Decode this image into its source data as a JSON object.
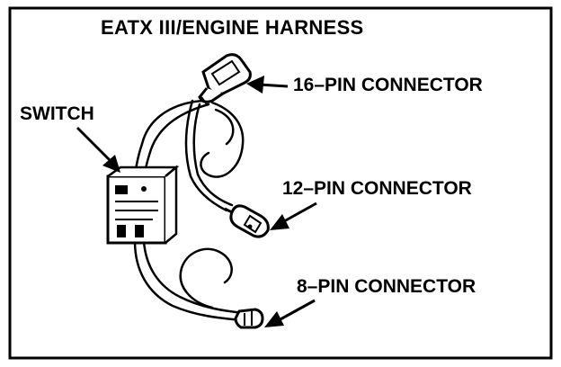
{
  "title": "EATX III/ENGINE HARNESS",
  "labels": {
    "switch": "SWITCH",
    "connector_16": "16–PIN CONNECTOR",
    "connector_12": "12–PIN CONNECTOR",
    "connector_8": "8–PIN CONNECTOR"
  },
  "colors": {
    "line": "#000000",
    "background": "#ffffff"
  }
}
